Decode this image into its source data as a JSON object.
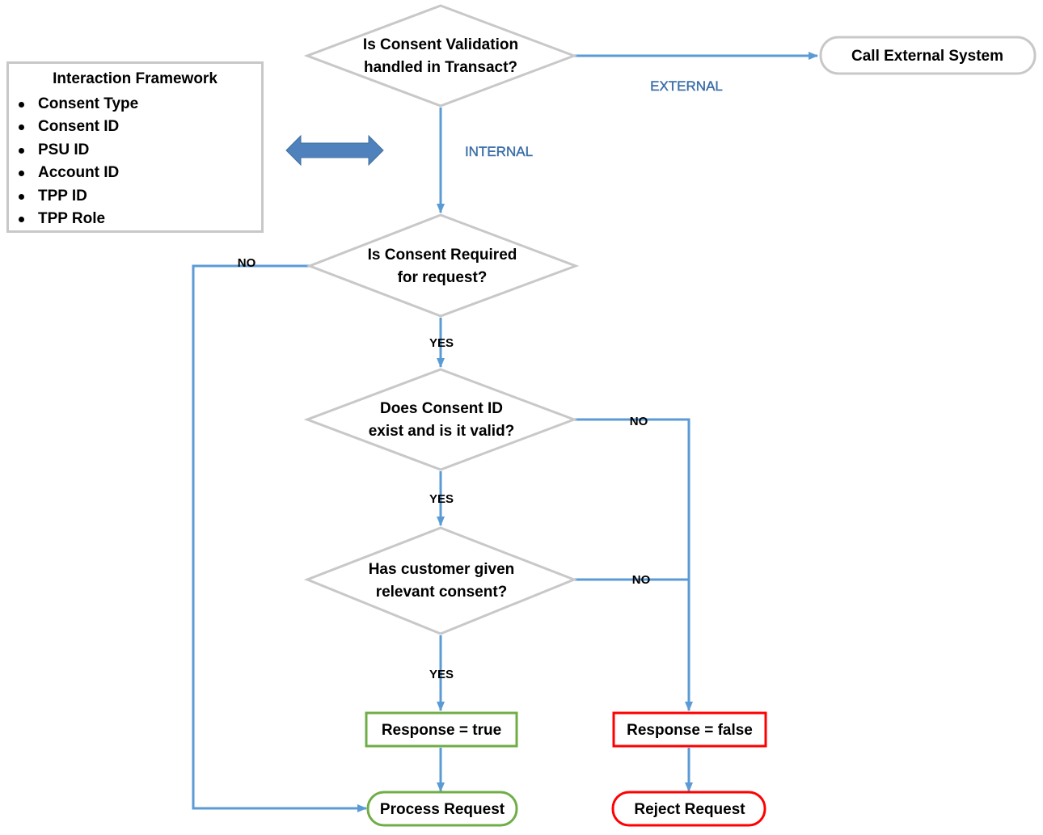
{
  "panel": {
    "title": "Interaction Framework",
    "items": [
      "Consent Type",
      "Consent ID",
      "PSU ID",
      "Account ID",
      "TPP ID",
      "TPP Role"
    ]
  },
  "nodes": {
    "decision_transact": [
      "Is Consent Validation",
      "handled in Transact?"
    ],
    "call_external": "Call External System",
    "decision_required": [
      "Is Consent Required",
      "for request?"
    ],
    "decision_exists": [
      "Does Consent ID",
      "exist and is it valid?"
    ],
    "decision_given": [
      "Has customer given",
      "relevant consent?"
    ],
    "response_true": "Response = true",
    "response_false": "Response = false",
    "process_request": "Process Request",
    "reject_request": "Reject Request"
  },
  "labels": {
    "external": "EXTERNAL",
    "internal": "INTERNAL",
    "no_required": "NO",
    "yes_required": "YES",
    "no_exists": "NO",
    "yes_exists": "YES",
    "no_given": "NO",
    "yes_given": "YES"
  },
  "colors": {
    "connector": "#5b9bd5",
    "shape_border": "#c8c8c8",
    "success": "#70ad47",
    "failure": "#ff0000",
    "double_arrow": "#4f81bd",
    "branch_label": "#3a6ea8"
  }
}
